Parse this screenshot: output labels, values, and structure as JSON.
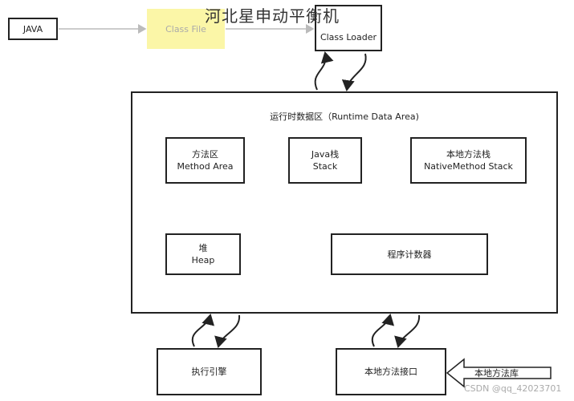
{
  "nodes": {
    "java": "JAVA",
    "class_file": "Class File",
    "class_loader": "Class Loader",
    "runtime_area": "运行时数据区（Runtime Data Area)",
    "method_area": [
      "方法区",
      "Method Area"
    ],
    "java_stack": [
      "Java栈",
      "Stack"
    ],
    "native_stack": [
      "本地方法栈",
      "NativeMethod Stack"
    ],
    "heap": [
      "堆",
      "Heap"
    ],
    "pc_register": "程序计数器",
    "exec_engine": "执行引擎",
    "native_interface": "本地方法接口",
    "native_library": "本地方法库"
  },
  "overlay": {
    "watermark": "河北星申动平衡机",
    "credit": "CSDN @qq_42023701"
  }
}
